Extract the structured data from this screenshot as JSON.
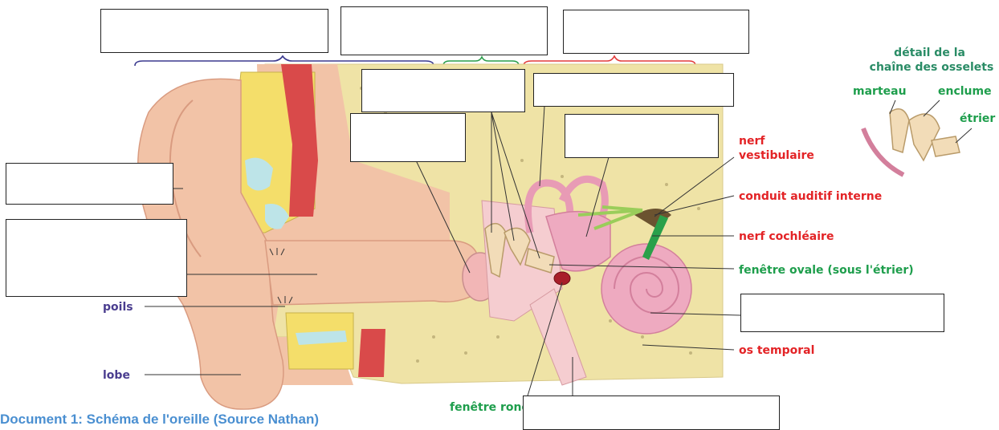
{
  "colors": {
    "red_label": "#e32326",
    "green_label": "#1e9e4c",
    "purple_label": "#4a3d8f",
    "brace_blue": "#3b3a8f",
    "brace_green": "#2a9d4a",
    "brace_red": "#e33b3b",
    "skin": "#f2c3a7",
    "bone": "#efe3a6",
    "inner_ear": "#eeaac0",
    "caption": "#4a8fd1"
  },
  "labels": {
    "nerf_vestibulaire": [
      "nerf",
      "vestibulaire"
    ],
    "conduit_auditif_interne": "conduit auditif interne",
    "nerf_cochleaire": "nerf cochléaire",
    "fenetre_ovale": "fenêtre ovale (sous l'étrier)",
    "os_temporal": "os temporal",
    "poils": "poils",
    "lobe": "lobe",
    "fenetre_ronde": "fenêtre ronde"
  },
  "detail": {
    "title": [
      "détail de la",
      "chaîne des osselets"
    ],
    "marteau": "marteau",
    "enclume": "enclume",
    "etrier": "étrier"
  },
  "caption": "Document 1: Schéma de l'oreille (Source Nathan)"
}
